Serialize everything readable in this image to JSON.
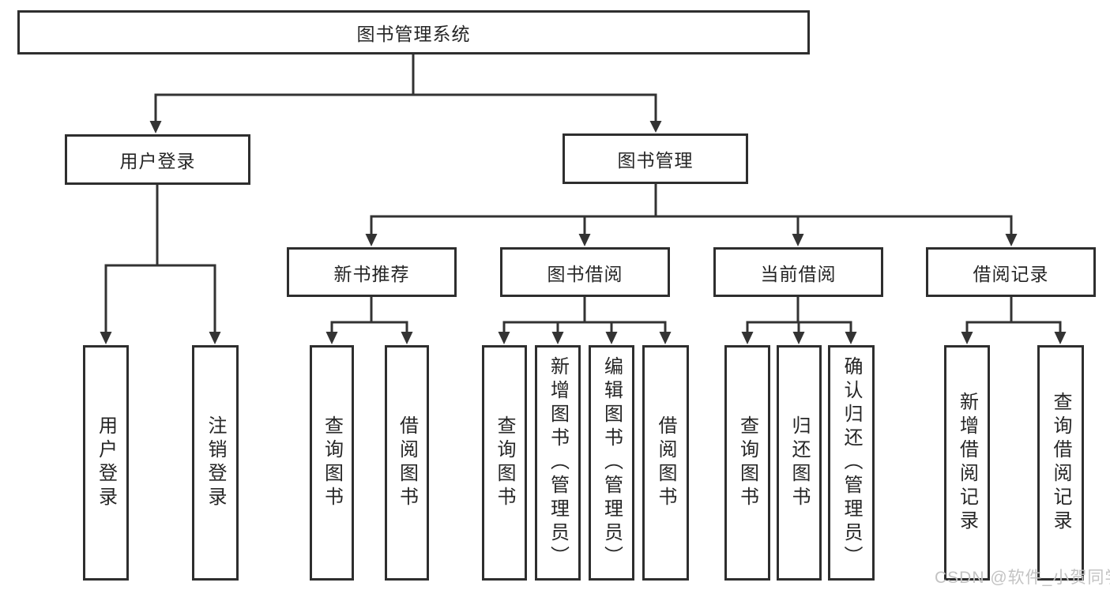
{
  "diagram": {
    "root": {
      "label": "图书管理系统"
    },
    "level2": [
      {
        "label": "用户登录"
      },
      {
        "label": "图书管理"
      }
    ],
    "level3": [
      {
        "label": "新书推荐"
      },
      {
        "label": "图书借阅"
      },
      {
        "label": "当前借阅"
      },
      {
        "label": "借阅记录"
      }
    ],
    "leaves": {
      "user_login": [
        {
          "label": "用户登录"
        },
        {
          "label": "注销登录"
        }
      ],
      "new_book": [
        {
          "label": "查询图书"
        },
        {
          "label": "借阅图书"
        }
      ],
      "book_borrow": [
        {
          "label": "查询图书"
        },
        {
          "label": "新增图书（管理员）"
        },
        {
          "label": "编辑图书（管理员）"
        },
        {
          "label": "借阅图书"
        }
      ],
      "current_borrow": [
        {
          "label": "查询图书"
        },
        {
          "label": "归还图书"
        },
        {
          "label": "确认归还（管理员）"
        }
      ],
      "borrow_record": [
        {
          "label": "新增借阅记录"
        },
        {
          "label": "查询借阅记录"
        }
      ]
    }
  },
  "watermark": {
    "text": "CSDN @软件_小贺同学"
  },
  "colors": {
    "line": "#333333",
    "box_border": "#2e2e2e",
    "text": "#262626",
    "watermark": "#c3c3c3",
    "background": "#ffffff"
  }
}
